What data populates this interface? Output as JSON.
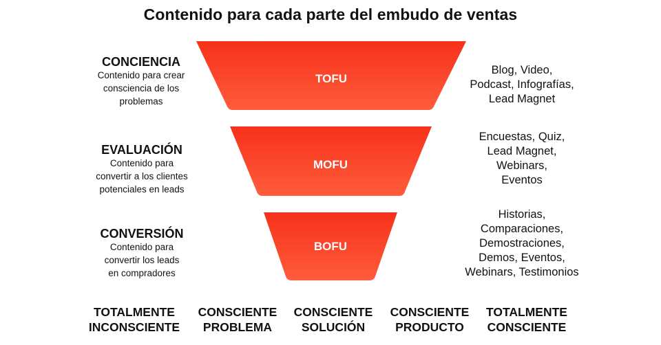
{
  "title": "Contenido para cada parte del embudo de ventas",
  "colors": {
    "funnel_top": "#f6311a",
    "funnel_bottom": "#ff5c3c",
    "funnel_text": "#ffffff"
  },
  "stages": [
    {
      "name": "TOFU",
      "heading": "CONCIENCIA",
      "description": [
        "Contenido para crear",
        "consciencia de los",
        "problemas"
      ],
      "content": [
        "Blog, Video,",
        "Podcast, Infografías,",
        "Lead Magnet"
      ]
    },
    {
      "name": "MOFU",
      "heading": "EVALUACIÓN",
      "description": [
        "Contenido para",
        "convertir a los clientes",
        "potenciales en leads"
      ],
      "content": [
        "Encuestas, Quiz,",
        "Lead Magnet,",
        "Webinars,",
        "Eventos"
      ]
    },
    {
      "name": "BOFU",
      "heading": "CONVERSIÓN",
      "description": [
        "Contenido para",
        "convertir los leads",
        "en compradores"
      ],
      "content": [
        "Historias,",
        "Comparaciones,",
        "Demostraciones,",
        "Demos, Eventos,",
        "Webinars, Testimonios"
      ]
    }
  ],
  "awareness_levels": [
    {
      "line1": "TOTALMENTE",
      "line2": "INCONSCIENTE"
    },
    {
      "line1": "CONSCIENTE",
      "line2": "PROBLEMA"
    },
    {
      "line1": "CONSCIENTE",
      "line2": "SOLUCIÓN"
    },
    {
      "line1": "CONSCIENTE",
      "line2": "PRODUCTO"
    },
    {
      "line1": "TOTALMENTE",
      "line2": "CONSCIENTE"
    }
  ]
}
